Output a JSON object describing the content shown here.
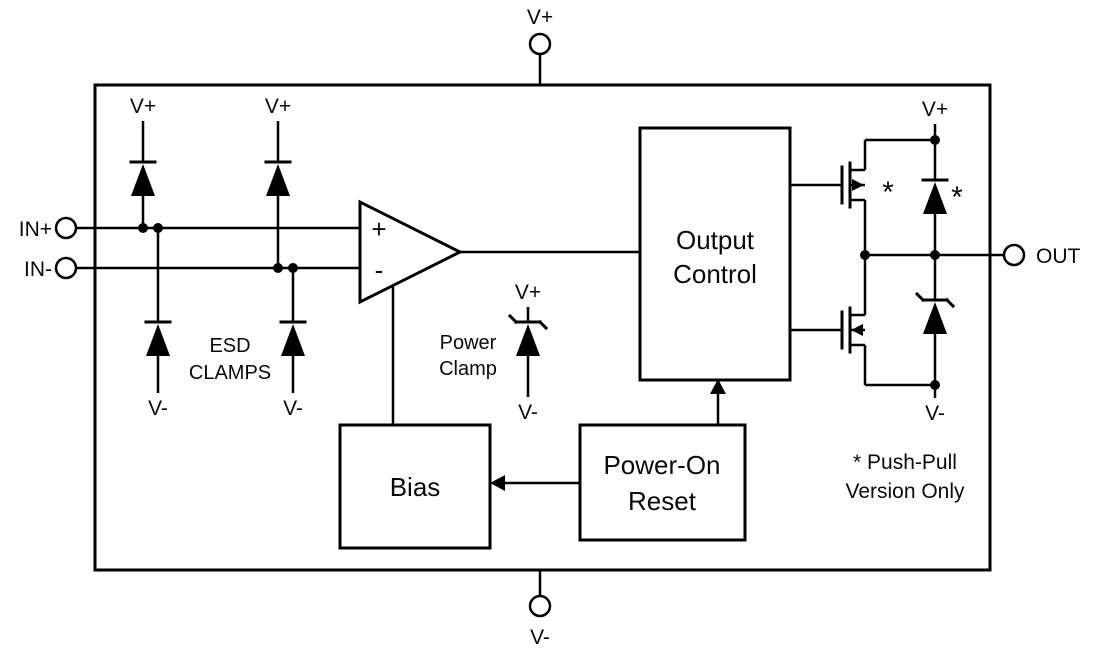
{
  "diagram": {
    "colors": {
      "background": "#ffffff",
      "line": "#000000"
    },
    "pins": {
      "top_supply": "V+",
      "bottom_supply": "V-",
      "input_positive": "IN+",
      "input_negative": "IN-",
      "output": "OUT"
    },
    "opamp": {
      "plus": "+",
      "minus": "-"
    },
    "esd": {
      "top_left_rail": "V+",
      "top_right_rail": "V+",
      "bottom_left_rail": "V-",
      "bottom_right_rail": "V-",
      "caption_line1": "ESD",
      "caption_line2": "CLAMPS"
    },
    "power_clamp": {
      "caption_line1": "Power",
      "caption_line2": "Clamp",
      "rail_top": "V+",
      "rail_bottom": "V-"
    },
    "blocks": {
      "output_control_line1": "Output",
      "output_control_line2": "Control",
      "bias": "Bias",
      "por_line1": "Power-On",
      "por_line2": "Reset"
    },
    "output_stage": {
      "rail_top": "V+",
      "rail_bottom": "V-",
      "mosfet_asterisk": "*",
      "diode_asterisk": "*",
      "note_line1": "* Push-Pull",
      "note_line2": "Version Only"
    }
  }
}
